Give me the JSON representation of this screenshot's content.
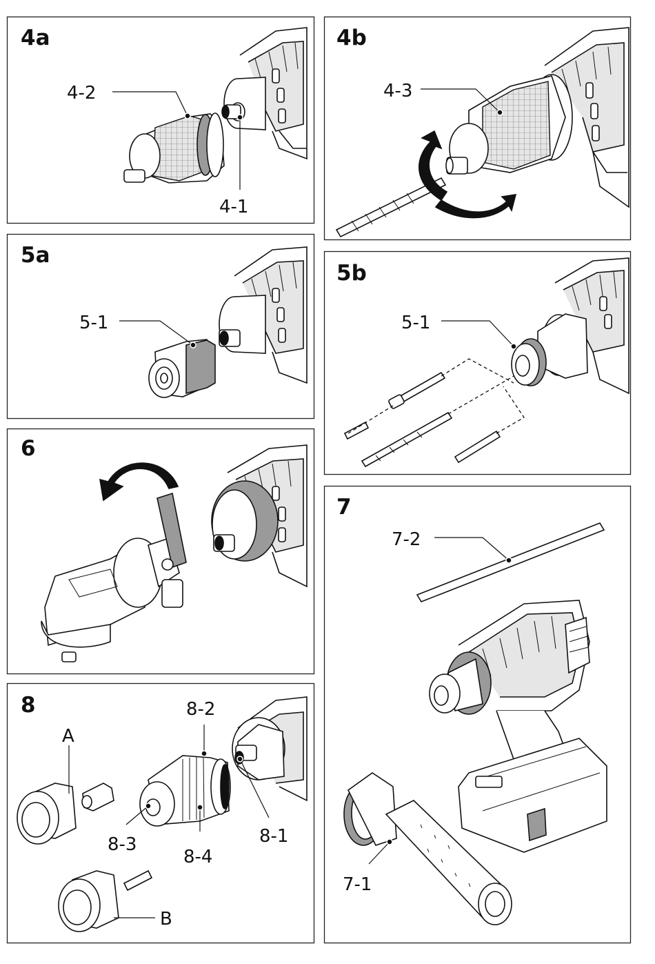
{
  "panels": {
    "p4a": {
      "title": "4a",
      "labels": {
        "l1": "4-2",
        "l2": "4-1"
      }
    },
    "p4b": {
      "title": "4b",
      "labels": {
        "l1": "4-3"
      }
    },
    "p5a": {
      "title": "5a",
      "labels": {
        "l1": "5-1"
      }
    },
    "p5b": {
      "title": "5b",
      "labels": {
        "l1": "5-1"
      }
    },
    "p6": {
      "title": "6"
    },
    "p7": {
      "title": "7",
      "labels": {
        "l1": "7-2",
        "l2": "7-1"
      }
    },
    "p8": {
      "title": "8",
      "labels": {
        "a": "A",
        "b": "B",
        "l1": "8-2",
        "l2": "8-1",
        "l3": "8-3",
        "l4": "8-4"
      }
    }
  },
  "colors": {
    "line": "#111111",
    "highlight": "#9a9a9a",
    "light": "#e6e6e6",
    "background": "#ffffff"
  }
}
